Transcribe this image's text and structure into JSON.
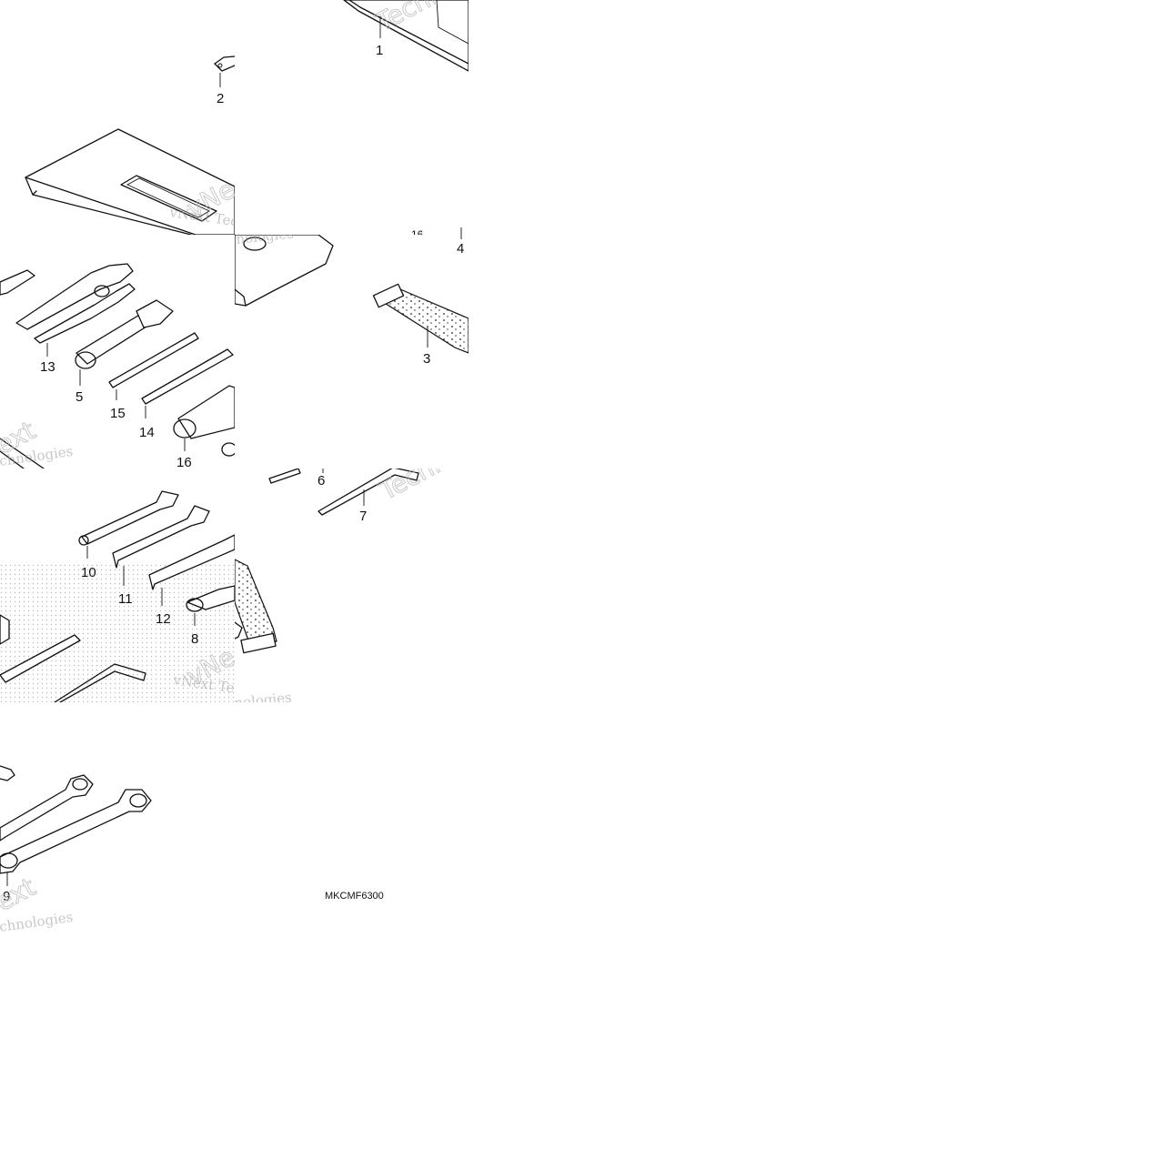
{
  "diagram": {
    "callouts": [
      "1",
      "2",
      "3",
      "4",
      "5",
      "6",
      "7",
      "8",
      "9",
      "10",
      "11",
      "12",
      "13",
      "14",
      "15",
      "16"
    ],
    "partial_callout": "16",
    "drawing_code": "MKCMF6300",
    "watermark": {
      "line1": "vNext Technologies",
      "fragment_a": "Techno",
      "fragment_b": "Techn",
      "fragment_c": "vNe",
      "fragment_d": "ext",
      "fragment_e": "chnologies",
      "fragment_f": "nologies",
      "fragment_g": "vNext Tec"
    }
  }
}
